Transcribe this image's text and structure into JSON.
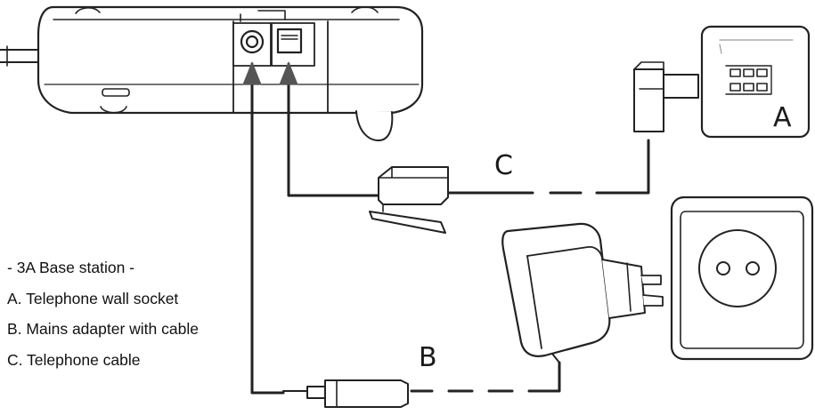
{
  "labels": {
    "a": "A",
    "b": "B",
    "c": "C"
  },
  "legend": {
    "title": "- 3A Base station -",
    "items": [
      "A. Telephone wall socket",
      "B. Mains adapter with cable",
      "C. Telephone cable"
    ]
  }
}
